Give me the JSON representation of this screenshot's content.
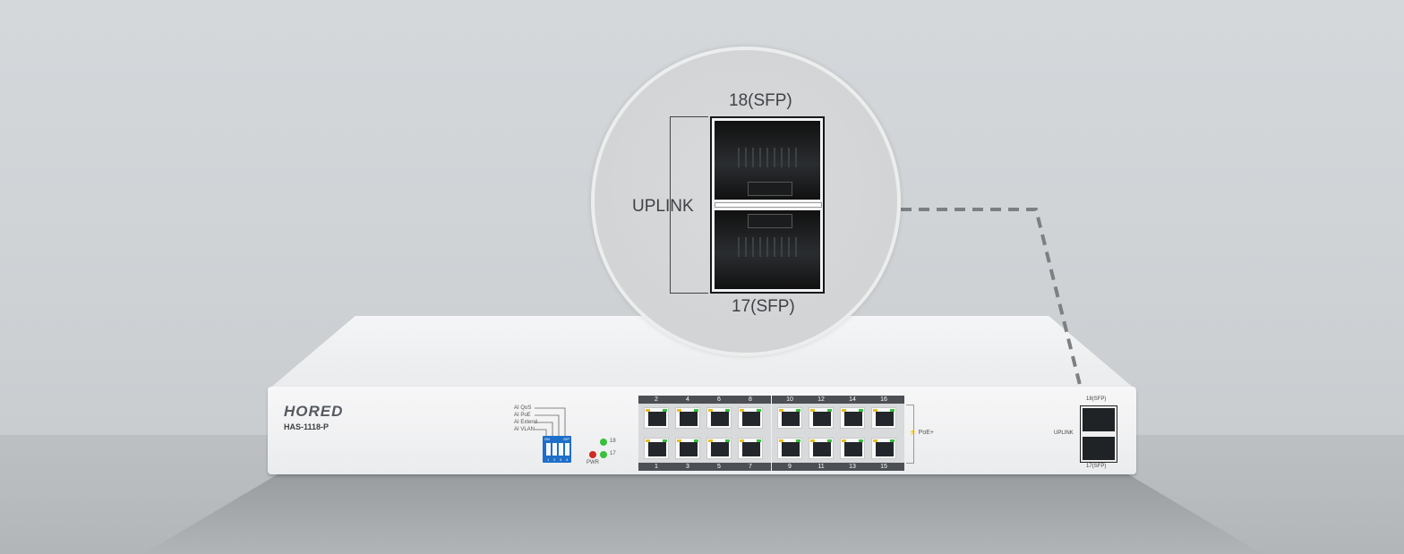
{
  "device": {
    "brand": "HORED",
    "model": "HAS-1118-P",
    "ai_functions": [
      "AI QoS",
      "AI PoE",
      "AI Extend",
      "AI VLAN"
    ],
    "dip_switch": {
      "on_label": "ON",
      "dip_label": "DIP",
      "positions": [
        "1",
        "2",
        "3",
        "4"
      ]
    },
    "leds": [
      {
        "label": "18",
        "color": "#39c03f"
      },
      {
        "label": "17",
        "color": "#39c03f"
      },
      {
        "label": "PWR",
        "color": "#d12a24"
      }
    ],
    "top_port_numbers": [
      "2",
      "4",
      "6",
      "8",
      "10",
      "12",
      "14",
      "16"
    ],
    "bottom_port_numbers": [
      "1",
      "3",
      "5",
      "7",
      "9",
      "11",
      "13",
      "15"
    ],
    "poe_label": "PoE+",
    "sfp": {
      "top_label": "18(SFP)",
      "bottom_label": "17(SFP)",
      "group_label": "UPLINK"
    }
  },
  "zoom": {
    "top_label": "18(SFP)",
    "bottom_label": "17(SFP)",
    "group_label": "UPLINK"
  },
  "colors": {
    "dip_blue": "#1e6fc9",
    "link_green": "#39c03f",
    "activity_yellow": "#e2bf26",
    "pwr_red": "#d12a24",
    "dash_gray": "#7b8084"
  }
}
